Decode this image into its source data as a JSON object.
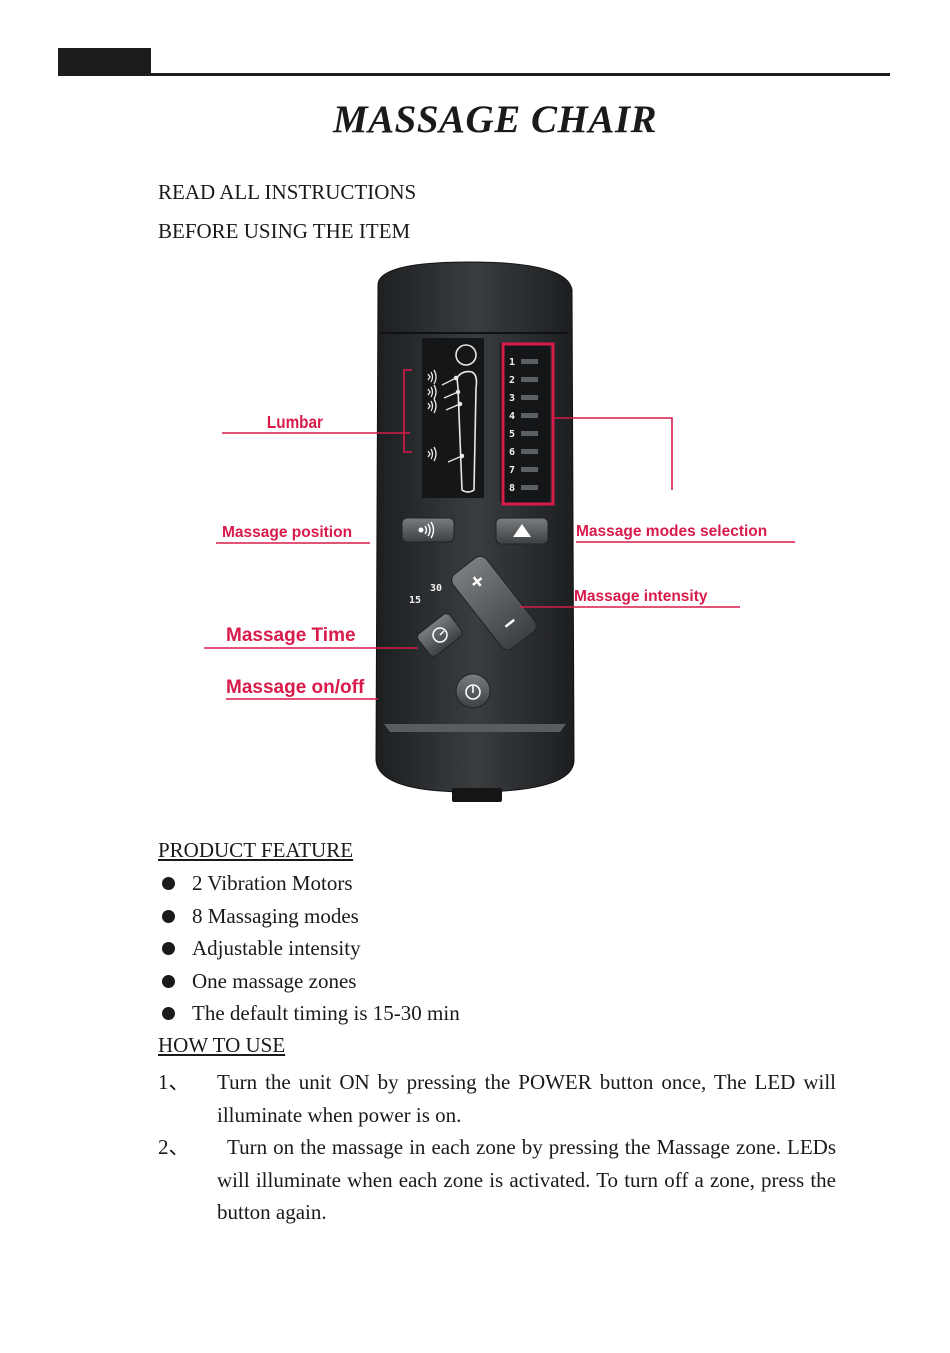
{
  "title": "MASSAGE CHAIR",
  "intro": {
    "line1": "READ ALL INSTRUCTIONS",
    "line2": "BEFORE USING THE ITEM"
  },
  "diagram": {
    "callouts": {
      "lumbar": "Lumbar",
      "position": "Massage position",
      "modes": "Massage modes selection",
      "intensity": "Massage intensity",
      "time": "Massage Time",
      "onoff": "Massage on/off"
    },
    "mode_numbers": [
      "1",
      "2",
      "3",
      "4",
      "5",
      "6",
      "7",
      "8"
    ],
    "timer_labels": {
      "t15": "15",
      "t30": "30"
    },
    "intensity_labels": {
      "plus": "+",
      "minus": "−"
    },
    "icons": [
      "vibration-icon",
      "up-triangle-icon",
      "clock-icon",
      "power-icon",
      "body-silhouette-icon"
    ],
    "colors": {
      "callout": "#d81b4a",
      "remote_body": "#2b2e30",
      "panel": "#141618"
    }
  },
  "features": {
    "heading": "PRODUCT FEATURE",
    "items": [
      "2 Vibration Motors",
      "8 Massaging modes",
      "Adjustable intensity",
      "One massage zones",
      "The default timing is 15-30 min"
    ]
  },
  "how_to_use": {
    "heading": "HOW TO USE",
    "steps": [
      {
        "num": "1、",
        "text": "Turn the unit ON by pressing the POWER button once, The LED will illuminate when power is on."
      },
      {
        "num": "2、",
        "text": "Turn on the massage in each zone by pressing the Massage zone. LEDs will illuminate when each zone is activated. To turn off a zone, press the button again."
      }
    ]
  }
}
